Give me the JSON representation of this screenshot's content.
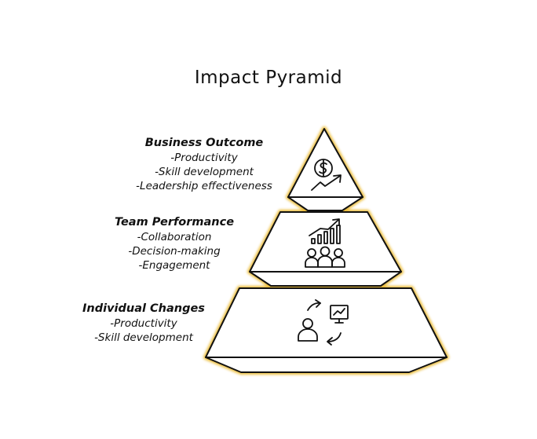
{
  "title": "Impact Pyramid",
  "colors": {
    "outline": "#111111",
    "glow": "#e8b21f",
    "face": "#ffffff"
  },
  "tiers": [
    {
      "heading": "Business Outcome",
      "items": [
        "-Productivity",
        "-Skill development",
        "-Leadership effectiveness"
      ],
      "icon": "dollar-growth-icon"
    },
    {
      "heading": "Team Performance",
      "items": [
        "-Collaboration",
        "-Decision-making",
        "-Engagement"
      ],
      "icon": "team-chart-icon"
    },
    {
      "heading": "Individual Changes",
      "items": [
        "-Productivity",
        "-Skill development"
      ],
      "icon": "person-cycle-icon"
    }
  ]
}
